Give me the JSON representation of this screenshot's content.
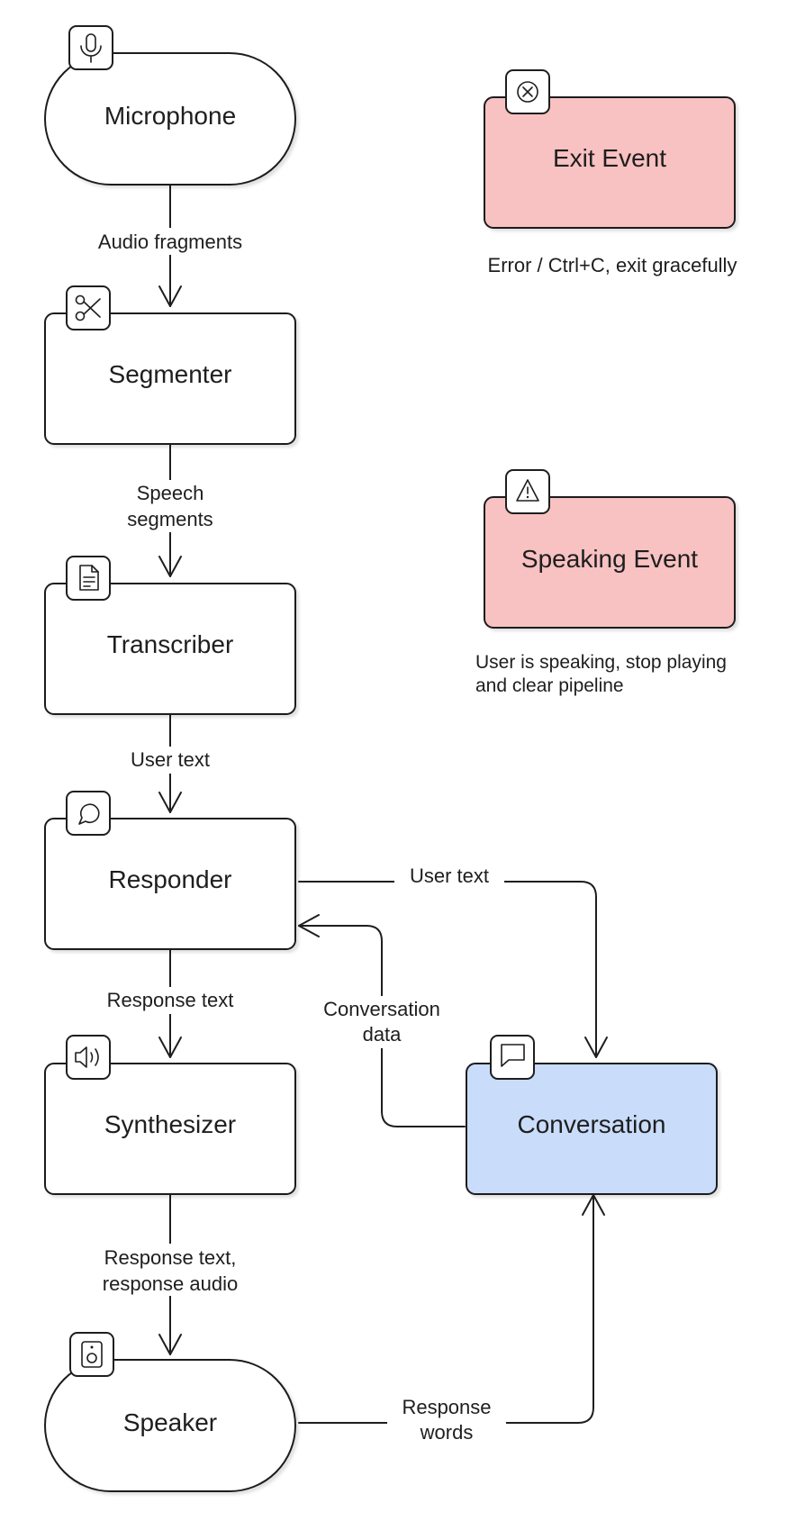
{
  "nodes": {
    "microphone": "Microphone",
    "segmenter": "Segmenter",
    "transcriber": "Transcriber",
    "responder": "Responder",
    "synthesizer": "Synthesizer",
    "speaker": "Speaker",
    "conversation": "Conversation",
    "exit_event": "Exit Event",
    "speaking_event": "Speaking Event"
  },
  "edges": {
    "mic_to_segmenter": "Audio fragments",
    "segmenter_to_transcriber": [
      "Speech",
      "segments"
    ],
    "transcriber_to_responder": "User text",
    "responder_to_synthesizer": "Response text",
    "synthesizer_to_speaker": [
      "Response text,",
      "response audio"
    ],
    "responder_to_conversation": "User text",
    "conversation_to_responder": [
      "Conversation",
      "data"
    ],
    "speaker_to_conversation": [
      "Response",
      "words"
    ]
  },
  "notes": {
    "exit_event": "Error / Ctrl+C, exit gracefully",
    "speaking_event": [
      "User is speaking, stop playing",
      "and clear pipeline"
    ]
  },
  "icons": {
    "microphone": "microphone-icon",
    "segmenter": "scissors-icon",
    "transcriber": "document-icon",
    "responder": "chat-bubble-icon",
    "synthesizer": "speaker-volume-icon",
    "speaker": "speaker-device-icon",
    "conversation": "message-square-icon",
    "exit_event": "close-circle-icon",
    "speaking_event": "warning-icon"
  },
  "colors": {
    "stroke": "#1e1e1e",
    "default_fill": "#ffffff",
    "event_fill": "#f8c1c2",
    "store_fill": "#c9dcfa"
  }
}
